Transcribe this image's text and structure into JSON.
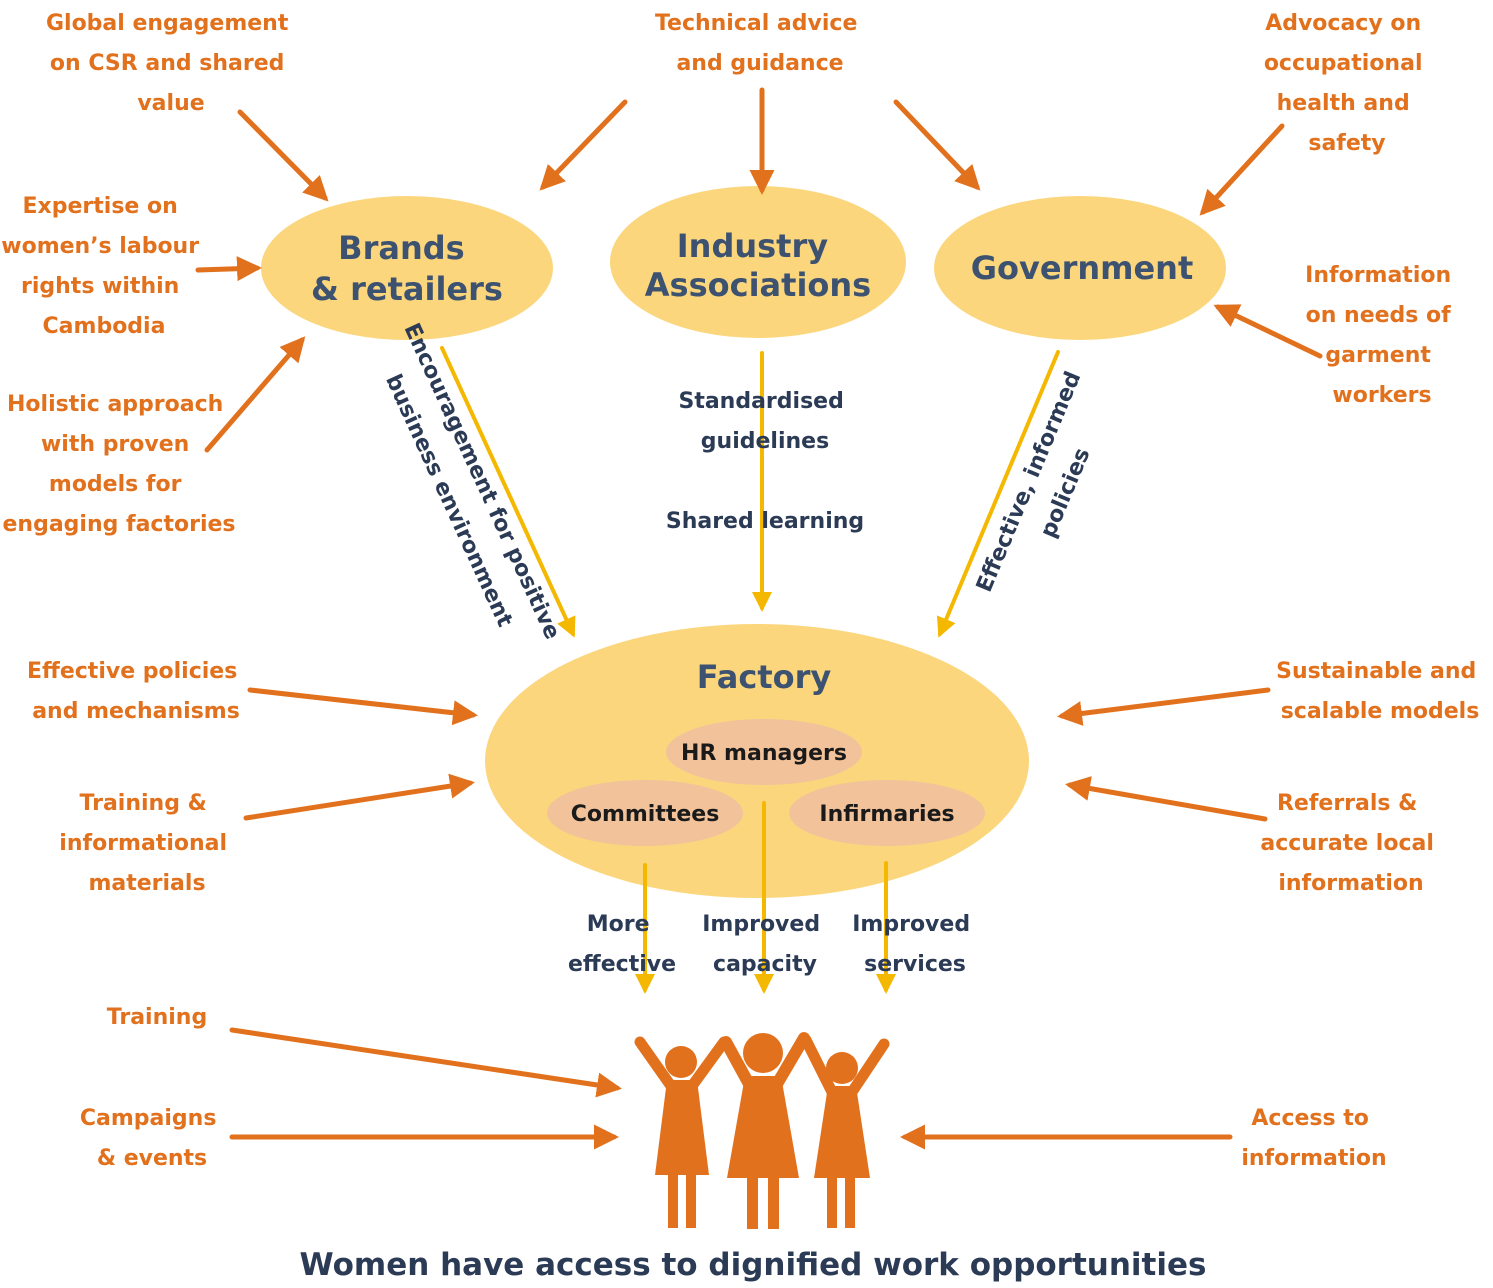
{
  "colors": {
    "input_orange": "#e2711d",
    "flow_yellow": "#f5b800",
    "node_fill": "#fbd67c",
    "sub_fill": "#f2c39b",
    "text_navy": "#2b3a55"
  },
  "nodes": {
    "brands": [
      "Brands",
      "& retailers"
    ],
    "industry": [
      "Industry",
      "Associations"
    ],
    "government": "Government",
    "factory": "Factory",
    "hr": "HR managers",
    "committees": "Committees",
    "infirmaries": "Infirmaries"
  },
  "inputs": {
    "global": [
      "Global engagement",
      "on CSR and shared",
      "value"
    ],
    "technical": [
      "Technical advice",
      "and guidance"
    ],
    "advocacy": [
      "Advocacy on",
      "occupational",
      "health and",
      "safety"
    ],
    "expertise": [
      "Expertise on",
      "women’s labour",
      "rights within",
      "Cambodia"
    ],
    "holistic": [
      "Holistic approach",
      "with proven",
      "models for",
      "engaging factories"
    ],
    "information": [
      "Information",
      "on needs of",
      "garment",
      "workers"
    ],
    "policies": [
      "Effective policies",
      "and mechanisms"
    ],
    "training_materials": [
      "Training &",
      "informational",
      "materials"
    ],
    "sustainable": [
      "Sustainable and",
      "scalable models"
    ],
    "referrals": [
      "Referrals &",
      "accurate local",
      "information"
    ],
    "training": "Training",
    "campaigns": [
      "Campaigns",
      "& events"
    ],
    "access": [
      "Access to",
      "information"
    ]
  },
  "flows": {
    "encouragement": [
      "Encouragement for positive",
      "business environment"
    ],
    "standardised": [
      "Standardised",
      "guidelines"
    ],
    "shared": "Shared learning",
    "policies": [
      "Effective, informed",
      "policies"
    ],
    "more_effective": [
      "More",
      "effective"
    ],
    "improved_capacity": [
      "Improved",
      "capacity"
    ],
    "improved_services": [
      "Improved",
      "services"
    ]
  },
  "goal": "Women have access to dignified work opportunities",
  "icons": {
    "women": "three-women-raised-arms-icon"
  }
}
